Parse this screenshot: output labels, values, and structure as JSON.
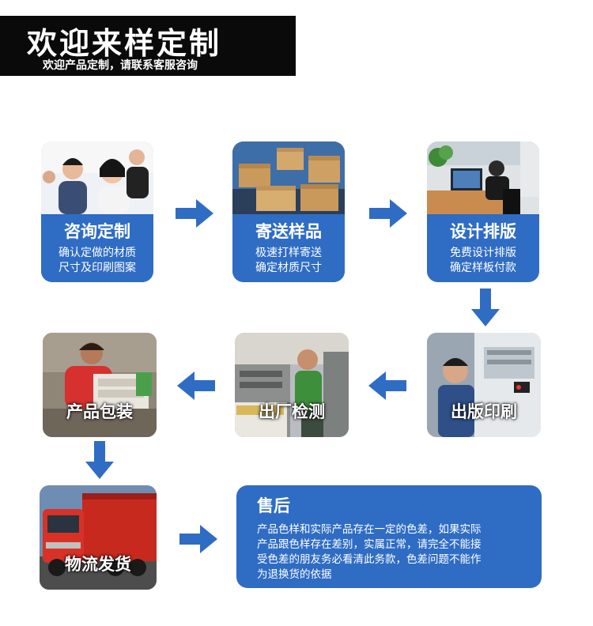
{
  "banner": {
    "title": "欢迎来样定制",
    "subtitle": "欢迎产品定制，请联系客服咨询"
  },
  "steps": [
    {
      "title": "咨询定制",
      "desc1": "确认定做的材质",
      "desc2": "尺寸及印刷图案"
    },
    {
      "title": "寄送样品",
      "desc1": "极速打样寄送",
      "desc2": "确定材质尺寸"
    },
    {
      "title": "设计排版",
      "desc1": "免费设计排版",
      "desc2": "确定样板付款"
    }
  ],
  "photo_steps": [
    {
      "label": "出版印刷"
    },
    {
      "label": "出厂检测"
    },
    {
      "label": "产品包装"
    },
    {
      "label": "物流发货"
    }
  ],
  "aftersale": {
    "title": "售后",
    "lines": [
      "产品色样和实际产品存在一定的色差，如果实际",
      "产品跟色样存在差别，实属正常，请完全不能接",
      "受色差的朋友务必看清此务款，色差问题不能作",
      "为退换货的依据"
    ]
  },
  "colors": {
    "accent": "#2f6cc4",
    "banner_bg": "#0a0a0a"
  }
}
